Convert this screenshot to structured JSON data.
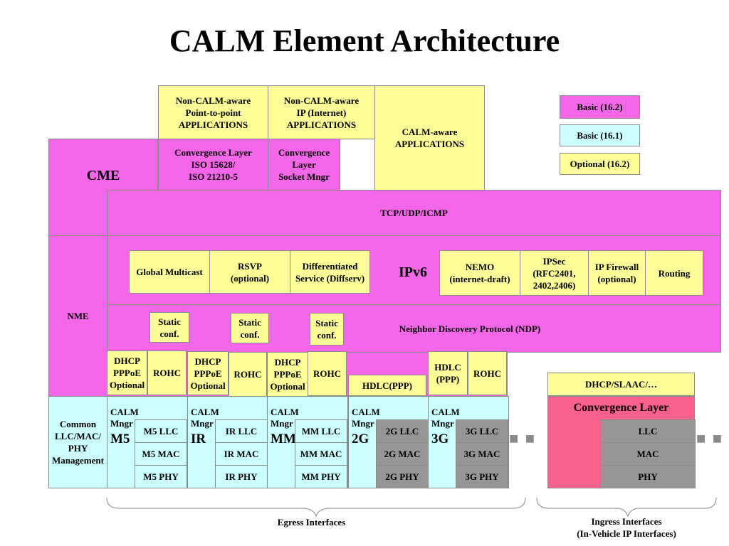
{
  "title": "CALM Element Architecture",
  "legend": {
    "basic162": "Basic (16.2)",
    "basic161": "Basic (16.1)",
    "optional162": "Optional (16.2)"
  },
  "apps": {
    "ptp": "Non-CALM-aware\nPoint-to-point\nAPPLICATIONS",
    "ip": "Non-CALM-aware\nIP (Internet)\nAPPLICATIONS",
    "calm": "CALM-aware\nAPPLICATIONS"
  },
  "cme": "CME",
  "conv_iso": "Convergence Layer\nISO 15628/\nISO 21210-5",
  "conv_socket": "Convergence\nLayer\nSocket Mngr",
  "tcp": "TCP/UDP/ICMP",
  "nme": "NME",
  "ipv6": {
    "label": "IPv6",
    "multicast": "Global Multicast",
    "rsvp": "RSVP\n(optional)",
    "diffserv": "Differentiated\nService (Diffserv)",
    "nemo": "NEMO\n(internet-draft)",
    "ipsec": "IPSec\n(RFC2401,\n2402,2406)",
    "firewall": "IP Firewall\n(optional)",
    "routing": "Routing"
  },
  "static_conf": "Static\nconf.",
  "ndp": "Neighbor Discovery Protocol (NDP)",
  "dhcp": "DHCP\nPPPoE\nOptional",
  "rohc": "ROHC",
  "hdlc_ppp": "HDLC(PPP)",
  "hdlc_ppp2": "HDLC\n(PPP)",
  "dhcp_slaac": "DHCP/SLAAC/…",
  "conv_layer": "Convergence Layer",
  "common_llc": "Common\nLLC/MAC/\nPHY\nManagement",
  "calm_mngr": "CALM\nMngr",
  "media": [
    {
      "tag": "M5",
      "llc": "M5 LLC",
      "mac": "M5 MAC",
      "phy": "M5 PHY"
    },
    {
      "tag": "IR",
      "llc": "IR LLC",
      "mac": "IR MAC",
      "phy": "IR PHY"
    },
    {
      "tag": "MM",
      "llc": "MM LLC",
      "mac": "MM MAC",
      "phy": "MM PHY"
    },
    {
      "tag": "2G",
      "llc": "2G LLC",
      "mac": "2G MAC",
      "phy": "2G PHY"
    },
    {
      "tag": "3G",
      "llc": "3G LLC",
      "mac": "3G MAC",
      "phy": "3G PHY"
    }
  ],
  "ingress_stack": {
    "llc": "LLC",
    "mac": "MAC",
    "phy": "PHY"
  },
  "egress": "Egress Interfaces",
  "ingress": "Ingress Interfaces\n(In-Vehicle IP Interfaces)",
  "colors": {
    "basic162": "#f467e8",
    "basic161": "#ccffff",
    "optional162": "#ffff99",
    "gray": "#969696",
    "conv": "#f8608e"
  }
}
